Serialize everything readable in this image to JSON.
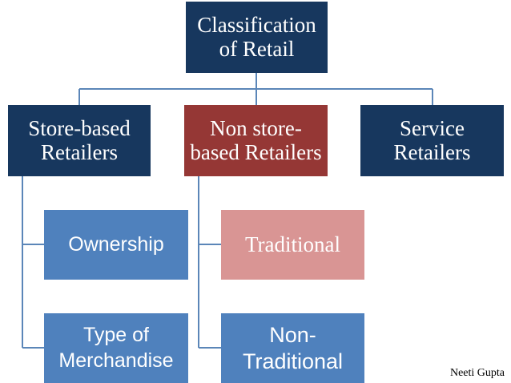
{
  "diagram": {
    "root": {
      "label_line1": "Classification",
      "label_line2": "of Retail"
    },
    "categories": [
      {
        "label_line1": "Store-based",
        "label_line2": "Retailers"
      },
      {
        "label_line1": "Non store-",
        "label_line2": "based Retailers"
      },
      {
        "label_line1": "Service",
        "label_line2": "Retailers"
      }
    ],
    "store_children": [
      {
        "label_line1": "Ownership",
        "label_line2": ""
      },
      {
        "label_line1": "Type of",
        "label_line2": "Merchandise"
      }
    ],
    "nonstore_children": [
      {
        "label_line1": "Traditional",
        "label_line2": ""
      },
      {
        "label_line1": "Non-",
        "label_line2": "Traditional"
      }
    ]
  },
  "credit": "Neeti Gupta",
  "colors": {
    "navy": "#17375e",
    "maroon": "#953735",
    "blue": "#4f81bd",
    "pink": "#d99594",
    "connector": "#5b86b8"
  }
}
